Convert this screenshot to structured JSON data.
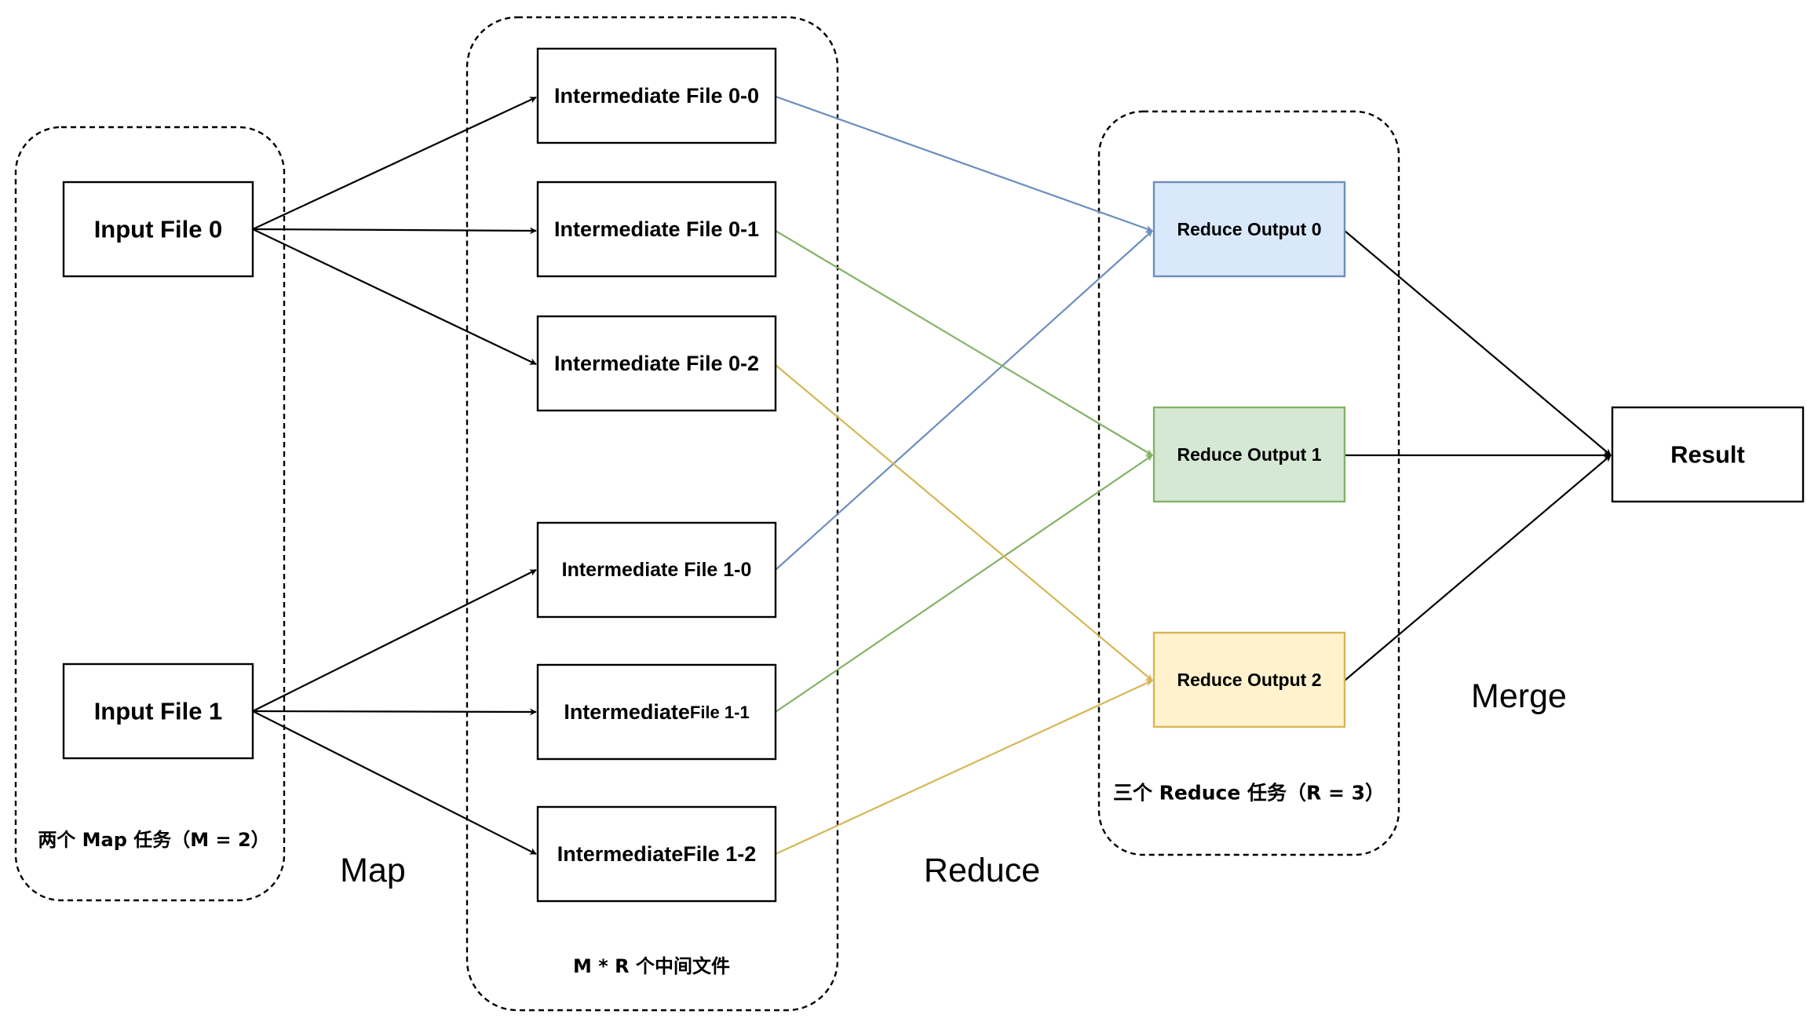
{
  "groups": {
    "map_tasks": {
      "caption": "两个 Map 任务（M = 2）"
    },
    "intermediate_files": {
      "caption": "M * R 个中间文件"
    },
    "reduce_tasks": {
      "caption": "三个 Reduce 任务（R = 3）"
    }
  },
  "stages": {
    "map": "Map",
    "reduce": "Reduce",
    "merge": "Merge"
  },
  "inputs": [
    {
      "id": "in0",
      "label": "Input File 0"
    },
    {
      "id": "in1",
      "label": "Input File 1"
    }
  ],
  "intermediates": [
    {
      "id": "f00",
      "label": "Intermediate File 0-0"
    },
    {
      "id": "f01",
      "label": "Intermediate File 0-1"
    },
    {
      "id": "f02",
      "label": "Intermediate File 0-2"
    },
    {
      "id": "f10",
      "label": "Intermediate File 1-0"
    },
    {
      "id": "f11",
      "label_main": "Intermediate",
      "label_small": "File 1-1"
    },
    {
      "id": "f12",
      "label": "IntermediateFile 1-2"
    }
  ],
  "reduce_outputs": [
    {
      "id": "r0",
      "label": "Reduce Output 0",
      "fill": "#dae8fc",
      "stroke": "#6c8ebf"
    },
    {
      "id": "r1",
      "label": "Reduce Output 1",
      "fill": "#d5e8d4",
      "stroke": "#82b366"
    },
    {
      "id": "r2",
      "label": "Reduce Output 2",
      "fill": "#fff2cc",
      "stroke": "#d6b656"
    }
  ],
  "result": {
    "label": "Result"
  },
  "colors": {
    "map_edges": "#000000",
    "to_reduce_0": "#6c8ebf",
    "to_reduce_1": "#82b366",
    "to_reduce_2": "#d6b656",
    "merge_edges": "#000000"
  }
}
